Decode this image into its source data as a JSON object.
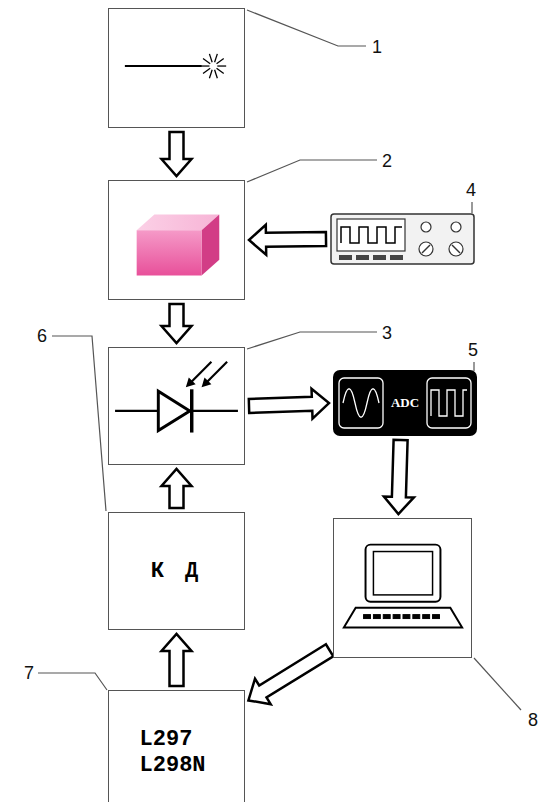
{
  "diagram": {
    "nodes": [
      {
        "text": [
          "1"
        ]
      },
      {
        "text": [
          "2"
        ]
      },
      {
        "text": [
          "3"
        ]
      },
      {
        "text": [
          "4"
        ]
      },
      {
        "text": [
          "ADC",
          "5"
        ]
      },
      {
        "text": [
          "К Д",
          "6"
        ]
      },
      {
        "text": [
          "L297 L298N",
          "7"
        ]
      },
      {
        "text": [
          "8"
        ]
      }
    ],
    "edges": [
      {
        "from": 0,
        "to": 1,
        "arrow": "to"
      },
      {
        "from": 3,
        "to": 1,
        "arrow": "to"
      },
      {
        "from": 1,
        "to": 2,
        "arrow": "to"
      },
      {
        "from": 2,
        "to": 4,
        "arrow": "to"
      },
      {
        "from": 4,
        "to": 7,
        "arrow": "to"
      },
      {
        "from": 7,
        "to": 6,
        "arrow": "to"
      },
      {
        "from": 6,
        "to": 5,
        "arrow": "to"
      },
      {
        "from": 5,
        "to": 2,
        "arrow": "to"
      }
    ]
  }
}
